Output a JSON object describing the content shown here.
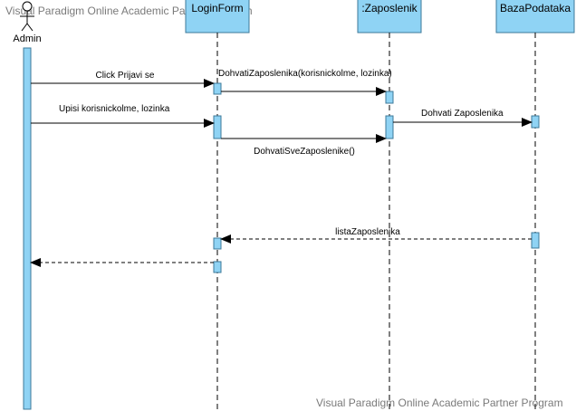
{
  "diagram": {
    "watermark_top": "Visual Paradigm Online Academic Partner Program",
    "watermark_bottom": "Visual Paradigm Online Academic Partner Program",
    "actor": {
      "name": "Admin"
    },
    "lifelines": [
      {
        "id": "loginform",
        "title": "LoginForm"
      },
      {
        "id": "zaposlenik",
        "title": ":Zaposlenik"
      },
      {
        "id": "bazapodataka",
        "title": "BazaPodataka"
      }
    ],
    "messages": [
      {
        "label": "Click Prijavi se",
        "type": "sync"
      },
      {
        "label": "DohvatiZaposlenika(korisnickolme, lozinka)",
        "type": "sync"
      },
      {
        "label": "Upisi korisnickolme, lozinka",
        "type": "sync"
      },
      {
        "label": "Dohvati Zaposlenika",
        "type": "sync"
      },
      {
        "label": "DohvatiSveZaposlenike()",
        "type": "sync"
      },
      {
        "label": "listaZaposlenika",
        "type": "return"
      },
      {
        "label": "",
        "type": "return"
      }
    ],
    "colors": {
      "box_fill": "#8fd3f4",
      "box_stroke": "#3d7a9a",
      "line": "#000000"
    }
  }
}
